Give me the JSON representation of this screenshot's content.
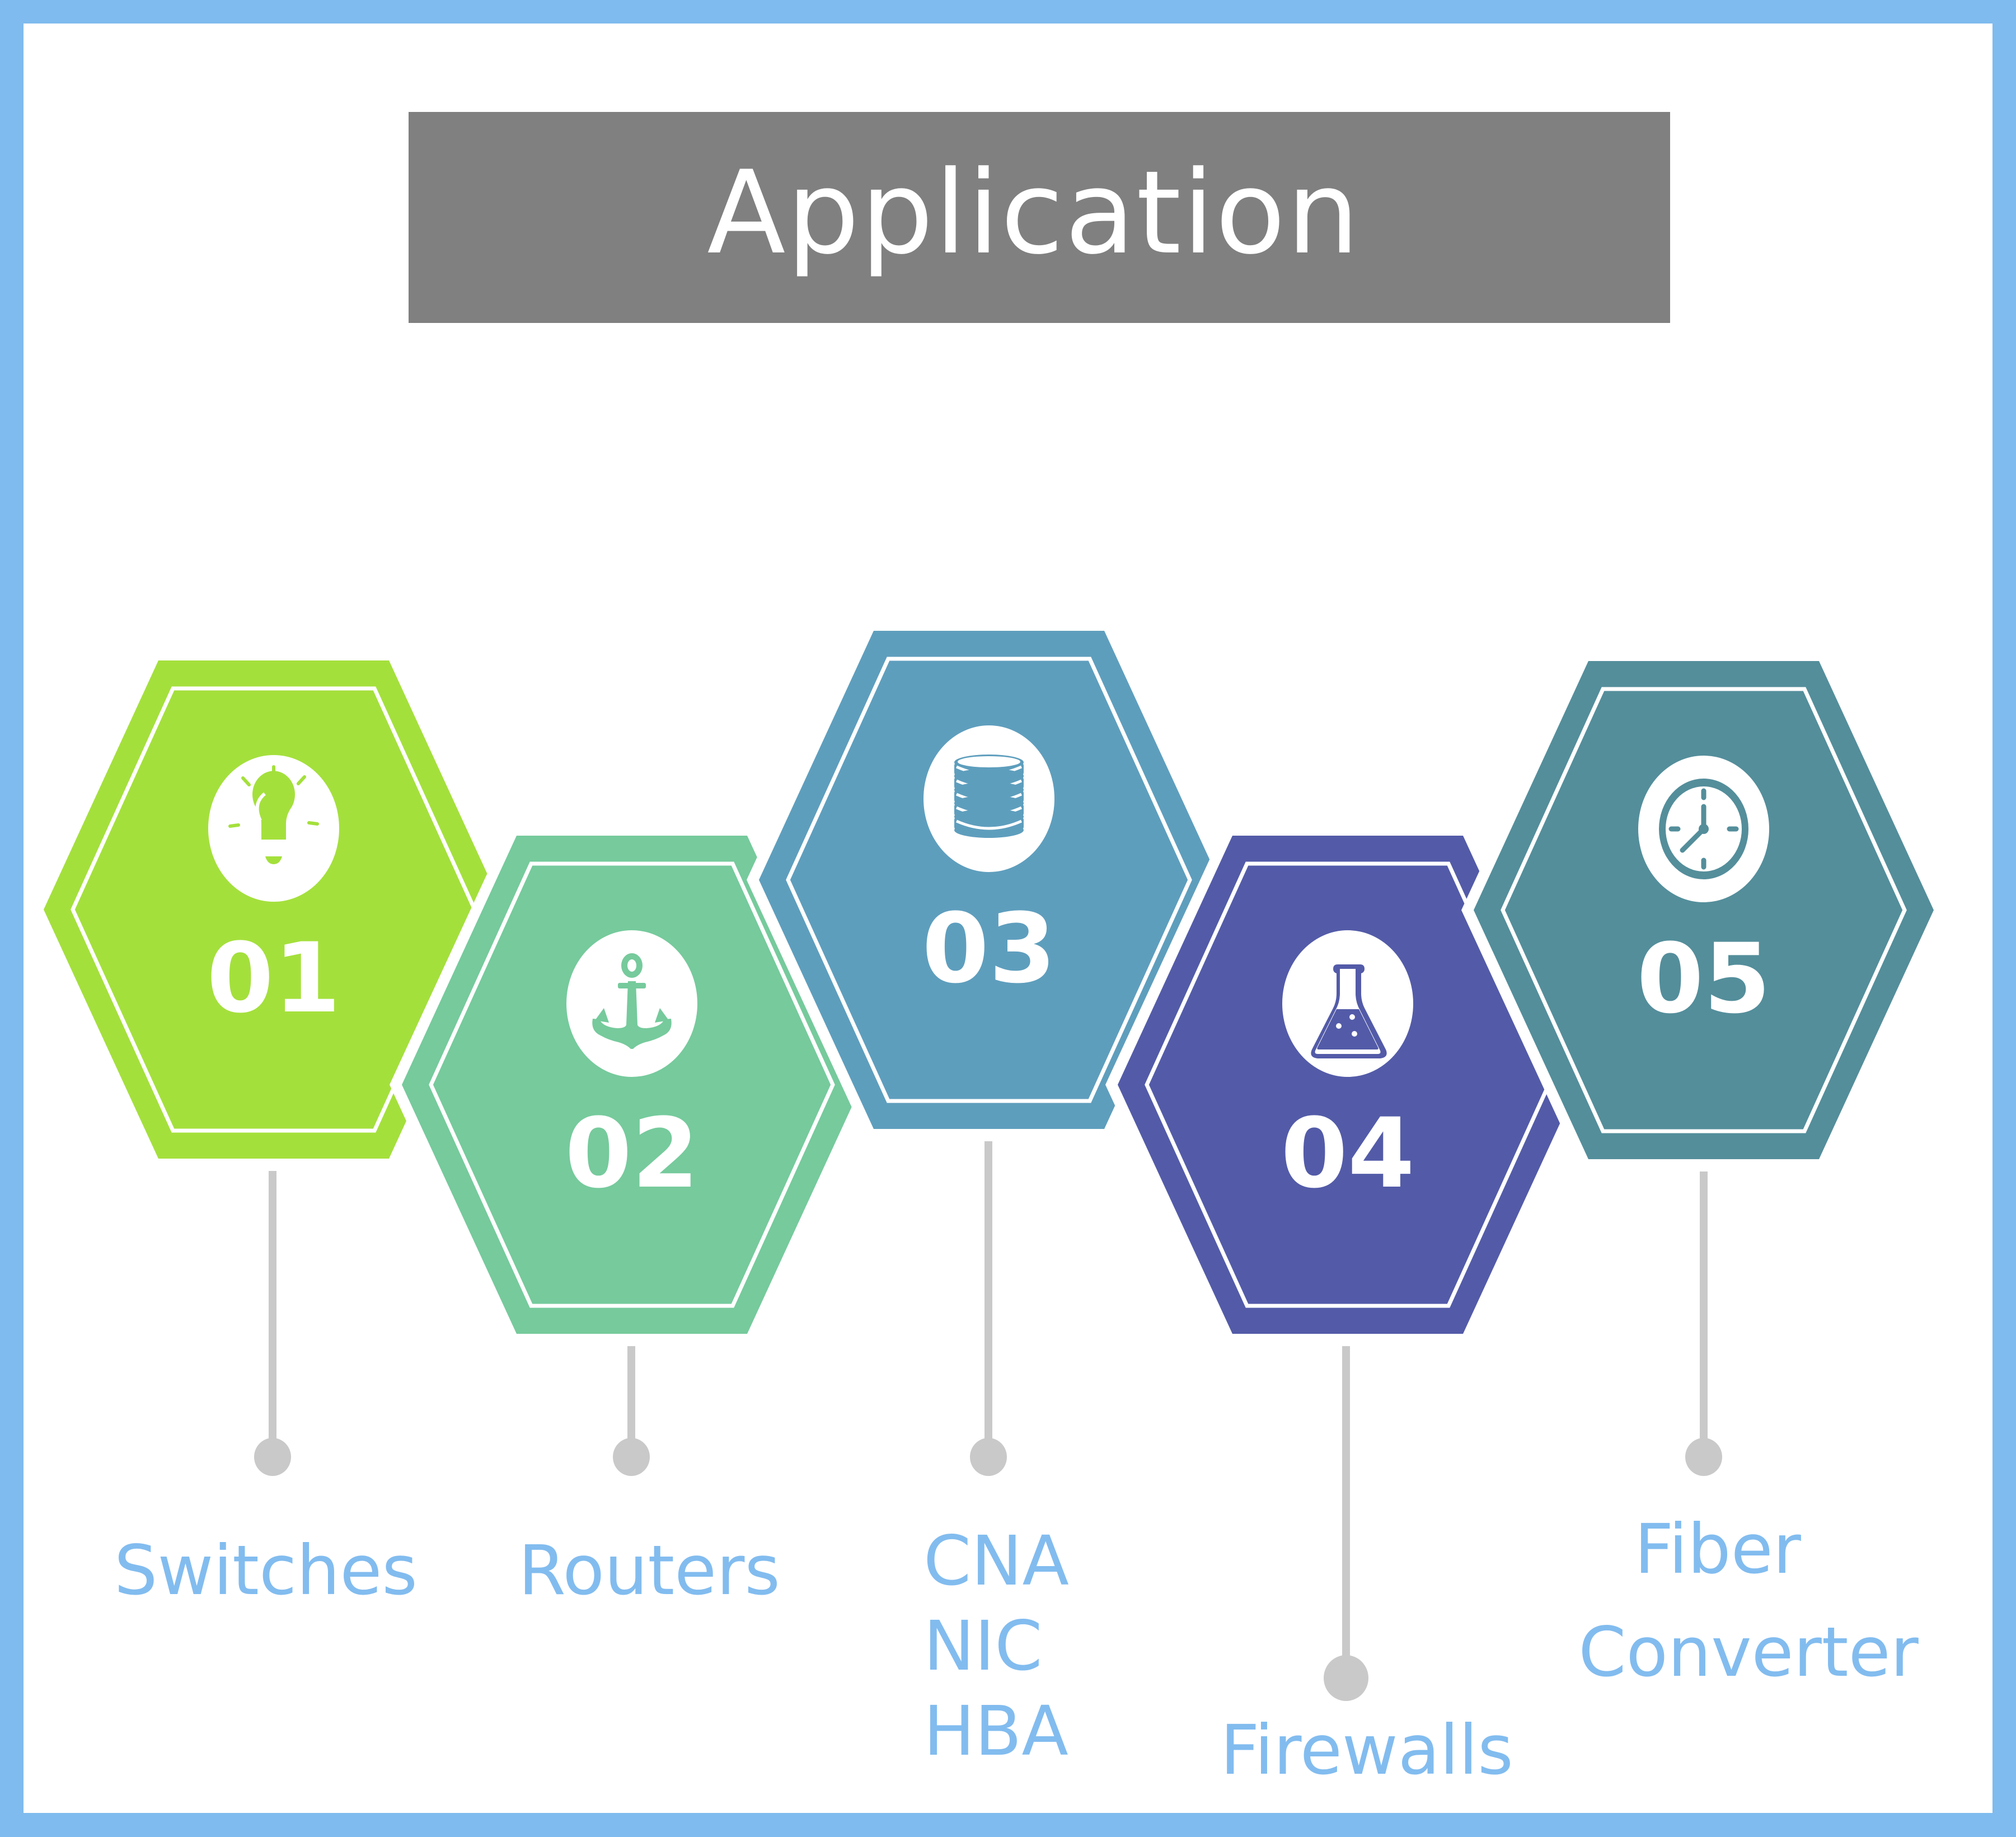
{
  "title": "Application",
  "colors": {
    "frame": "#7fbbee",
    "title_bg": "#808080",
    "label_text": "#82bcef",
    "connector": "#c9c9c9"
  },
  "steps": [
    {
      "number": "01",
      "icon": "lightbulb-icon",
      "color": "#a4e03c",
      "label_lines": [
        "Switches"
      ]
    },
    {
      "number": "02",
      "icon": "anchor-icon",
      "color": "#76ca9c",
      "label_lines": [
        "Routers"
      ]
    },
    {
      "number": "03",
      "icon": "database-icon",
      "color": "#5e9ebd",
      "label_lines": [
        "CNA",
        "NIC",
        "HBA"
      ]
    },
    {
      "number": "04",
      "icon": "flask-icon",
      "color": "#535ba8",
      "label_lines": [
        "Firewalls"
      ]
    },
    {
      "number": "05",
      "icon": "clock-icon",
      "color": "#548e9b",
      "label_lines": [
        "Fiber",
        "Converter"
      ]
    }
  ]
}
